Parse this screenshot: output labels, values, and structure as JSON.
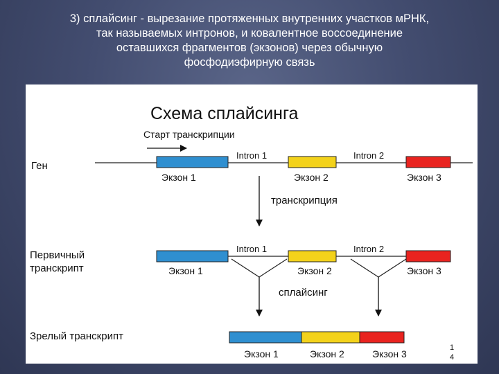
{
  "heading": {
    "lines": [
      "3) сплайсинг - вырезание протяженных внутренних участков мРНК,",
      "так называемых интронов, и ковалентное воссоединение",
      "оставшихся фрагментов (экзонов) через обычную",
      "фосфодиэфирную связь"
    ]
  },
  "diagram": {
    "title": "Схема сплайсинга",
    "start_label": "Старт транскрипции",
    "row_gene": "Ген",
    "row_primary": [
      "Первичный",
      "транскрипт"
    ],
    "row_mature": "Зрелый транскрипт",
    "intron1": "Intron 1",
    "intron2": "Intron 2",
    "exon1": "Экзон 1",
    "exon2": "Экзон 2",
    "exon3": "Экзон 3",
    "step_transcription": "транскрипция",
    "step_splicing": "сплайсинг",
    "page_number": [
      "1",
      "4"
    ]
  },
  "colors": {
    "exon1": "#2f8fd0",
    "exon2": "#f3d21b",
    "exon3": "#e9231f",
    "heading_text": "#ffffff"
  }
}
